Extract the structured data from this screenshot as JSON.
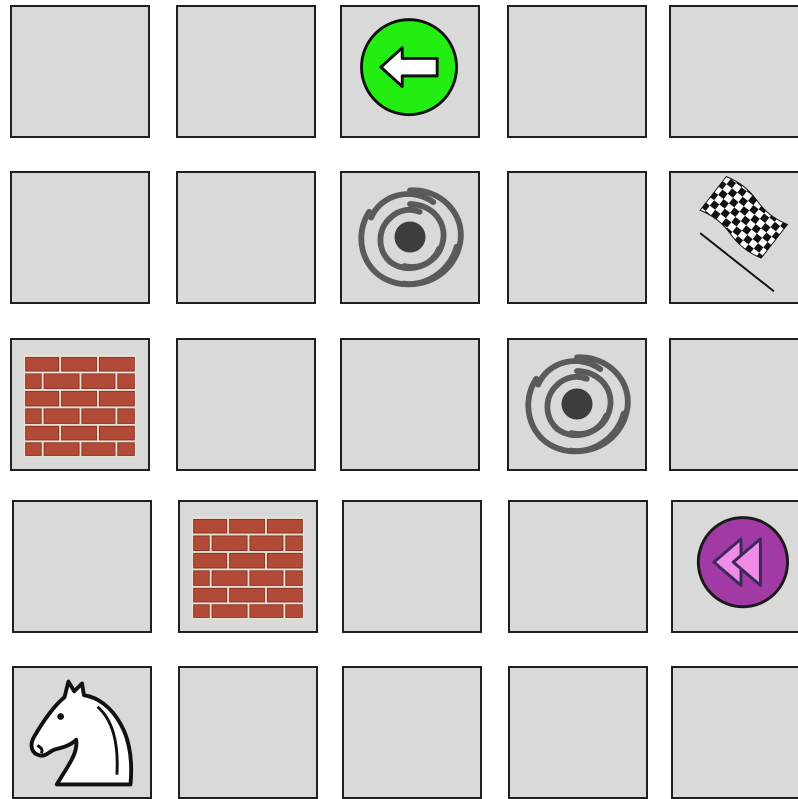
{
  "board": {
    "rows": 5,
    "cols": 5,
    "colors": {
      "cell_background": "#d9d9d9",
      "cell_border": "#1f1f1f",
      "arrow_button": "#22ee11",
      "rewind_button": "#a23aa6",
      "rewind_arrows": "#f08be6",
      "vortex": "#5a5a5a",
      "brick": "#b84f3b"
    },
    "pieces": [
      {
        "row": 0,
        "col": 2,
        "type": "arrow-left-button",
        "icon": "arrow-left-icon"
      },
      {
        "row": 1,
        "col": 2,
        "type": "vortex",
        "icon": "vortex-icon"
      },
      {
        "row": 1,
        "col": 4,
        "type": "finish-flag",
        "icon": "checkered-flag-icon"
      },
      {
        "row": 2,
        "col": 0,
        "type": "brick-wall",
        "icon": "brick-wall-icon"
      },
      {
        "row": 2,
        "col": 3,
        "type": "vortex",
        "icon": "vortex-icon"
      },
      {
        "row": 3,
        "col": 1,
        "type": "brick-wall",
        "icon": "brick-wall-icon"
      },
      {
        "row": 3,
        "col": 4,
        "type": "rewind-button",
        "icon": "rewind-icon"
      },
      {
        "row": 4,
        "col": 0,
        "type": "knight",
        "icon": "knight-icon"
      }
    ]
  }
}
